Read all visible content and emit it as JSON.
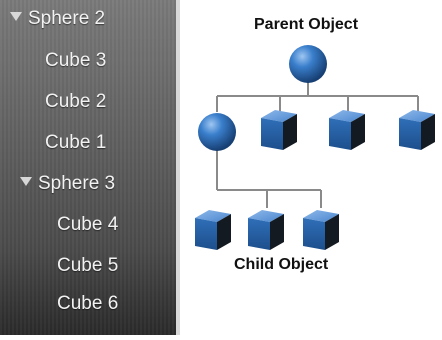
{
  "outliner": {
    "items": [
      {
        "label": "Sphere 2",
        "expanded": true
      },
      {
        "label": "Cube 3"
      },
      {
        "label": "Cube 2"
      },
      {
        "label": "Cube 1"
      },
      {
        "label": "Sphere 3",
        "expanded": true
      },
      {
        "label": "Cube 4"
      },
      {
        "label": "Cube 5"
      },
      {
        "label": "Cube 6"
      }
    ]
  },
  "diagram": {
    "parent_label": "Parent Object",
    "child_label": "Child Object",
    "colors": {
      "object_blue": "#2f6fb8",
      "line_gray": "#8a8a8a"
    }
  }
}
